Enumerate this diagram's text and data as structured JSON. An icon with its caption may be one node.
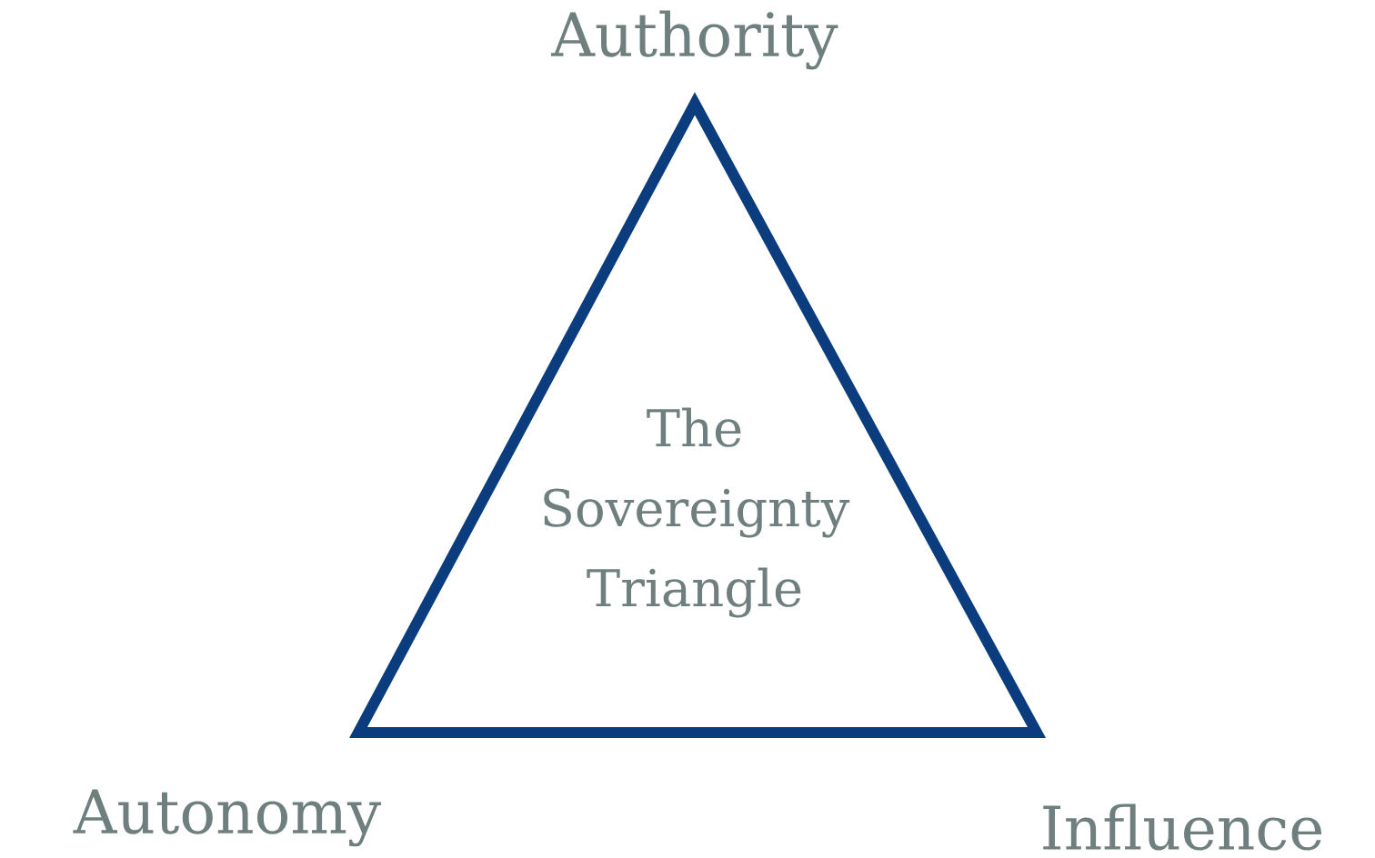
{
  "diagram": {
    "nodes": [
      {
        "text": [
          "The Sovereignty Triangle"
        ]
      }
    ],
    "labels": [
      "Authority",
      "Autonomy",
      "Influence"
    ]
  }
}
